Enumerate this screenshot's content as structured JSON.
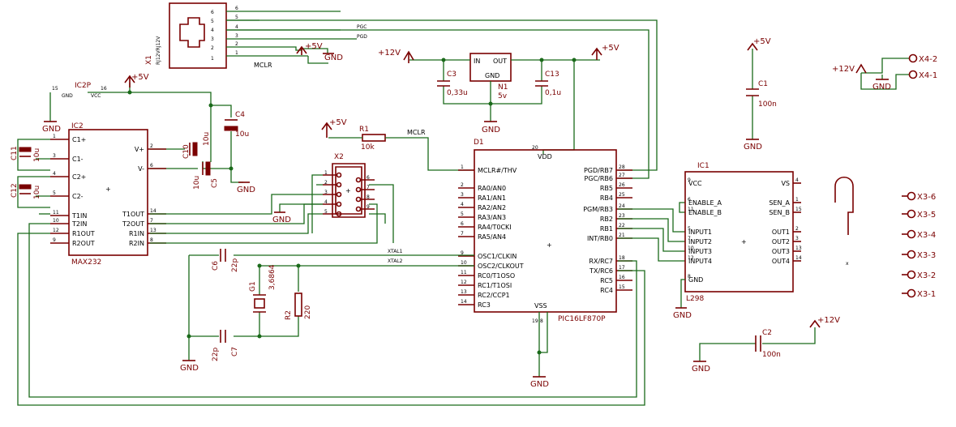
{
  "power": {
    "vcc5": "+5V",
    "vcc12": "+12V",
    "gnd": "GND"
  },
  "x1": {
    "name": "X1",
    "value": "RJ12VRJ12V",
    "pins": [
      "6",
      "5",
      "4",
      "3",
      "2",
      "1"
    ],
    "wire_nums": [
      "6",
      "5",
      "4",
      "3",
      "2",
      "1"
    ]
  },
  "nets": {
    "pgc": "PGC",
    "pgd": "PGD",
    "mclr": "MCLR",
    "xtal1": "XTAL1",
    "xtal2": "XTAL2"
  },
  "n1": {
    "name": "N1",
    "value": "5v",
    "in": "IN",
    "out": "OUT",
    "gnd": "GND"
  },
  "caps": {
    "c3": {
      "name": "C3",
      "value": "0,33u"
    },
    "c13": {
      "name": "C13",
      "value": "0,1u"
    },
    "c4": {
      "name": "C4",
      "value": "10u"
    },
    "c10": {
      "name": "C10",
      "value": "10u"
    },
    "c5": {
      "name": "C5",
      "value": "10u"
    },
    "c11": {
      "name": "C11",
      "value": "10u"
    },
    "c12": {
      "name": "C12",
      "value": "10u"
    },
    "c6": {
      "name": "C6",
      "value": "22p"
    },
    "c7": {
      "name": "C7",
      "value": "22p"
    },
    "c1": {
      "name": "C1",
      "value": "100n"
    },
    "c2": {
      "name": "C2",
      "value": "100n"
    }
  },
  "resistors": {
    "r1": {
      "name": "R1",
      "value": "10k"
    },
    "r2": {
      "name": "R2",
      "value": "220"
    }
  },
  "g1": {
    "name": "G1",
    "value": "3,6864"
  },
  "ic2p": {
    "name": "IC2P",
    "pin15": "15",
    "pin16": "16",
    "gnd": "GND",
    "vcc": "VCC"
  },
  "max232": {
    "name": "IC2",
    "value": "MAX232",
    "left_pins": [
      {
        "num": "1",
        "label": "C1+"
      },
      {
        "num": "3",
        "label": "C1-"
      },
      {
        "num": "4",
        "label": "C2+"
      },
      {
        "num": "5",
        "label": "C2-"
      },
      {
        "num": "11",
        "label": "T1IN"
      },
      {
        "num": "10",
        "label": "T2IN"
      },
      {
        "num": "12",
        "label": "R1OUT"
      },
      {
        "num": "9",
        "label": "R2OUT"
      }
    ],
    "right_pins": [
      {
        "num": "2",
        "label": "V+"
      },
      {
        "num": "6",
        "label": "V-"
      },
      {
        "num": "14",
        "label": "T1OUT"
      },
      {
        "num": "7",
        "label": "T2OUT"
      },
      {
        "num": "13",
        "label": "R1IN"
      },
      {
        "num": "8",
        "label": "R2IN"
      }
    ]
  },
  "x2": {
    "name": "X2",
    "left_pins": [
      "1",
      "2",
      "3",
      "4",
      "5"
    ],
    "right_pins": [
      "6",
      "7",
      "8",
      "9"
    ]
  },
  "pic": {
    "name": "D1",
    "value": "PIC16LF870P",
    "vdd": "VDD",
    "vss": "VSS",
    "vdd_pin": "20",
    "vss_pins": [
      "19",
      "8"
    ],
    "left_pins": [
      {
        "num": "1",
        "label": "MCLR#/THV"
      },
      {
        "num": "2",
        "label": "RA0/AN0"
      },
      {
        "num": "3",
        "label": "RA1/AN1"
      },
      {
        "num": "4",
        "label": "RA2/AN2"
      },
      {
        "num": "5",
        "label": "RA3/AN3"
      },
      {
        "num": "6",
        "label": "RA4/T0CKI"
      },
      {
        "num": "7",
        "label": "RA5/AN4"
      },
      {
        "num": "9",
        "label": "OSC1/CLKIN"
      },
      {
        "num": "10",
        "label": "OSC2/CLKOUT"
      },
      {
        "num": "11",
        "label": "RC0/T1OSO"
      },
      {
        "num": "12",
        "label": "RC1/T1OSI"
      },
      {
        "num": "13",
        "label": "RC2/CCP1"
      },
      {
        "num": "14",
        "label": "RC3"
      }
    ],
    "right_pins": [
      {
        "num": "28",
        "label": "PGD/RB7"
      },
      {
        "num": "27",
        "label": "PGC/RB6"
      },
      {
        "num": "26",
        "label": "RB5"
      },
      {
        "num": "25",
        "label": "RB4"
      },
      {
        "num": "24",
        "label": "PGM/RB3"
      },
      {
        "num": "23",
        "label": "RB2"
      },
      {
        "num": "22",
        "label": "RB1"
      },
      {
        "num": "21",
        "label": "INT/RB0"
      },
      {
        "num": "18",
        "label": "RX/RC7"
      },
      {
        "num": "17",
        "label": "TX/RC6"
      },
      {
        "num": "16",
        "label": "RC5"
      },
      {
        "num": "15",
        "label": "RC4"
      }
    ]
  },
  "l298": {
    "name": "IC1",
    "value": "L298",
    "left_pins": [
      {
        "num": "9",
        "label": "VCC"
      },
      {
        "num": "6",
        "label": "ENABLE_A"
      },
      {
        "num": "11",
        "label": "ENABLE_B"
      },
      {
        "num": "5",
        "label": "INPUT1"
      },
      {
        "num": "7",
        "label": "INPUT2"
      },
      {
        "num": "10",
        "label": "INPUT3"
      },
      {
        "num": "12",
        "label": "INPUT4"
      },
      {
        "num": "8",
        "label": "GND"
      }
    ],
    "right_pins": [
      {
        "num": "4",
        "label": "VS"
      },
      {
        "num": "1",
        "label": "SEN_A"
      },
      {
        "num": "15",
        "label": "SEN_B"
      },
      {
        "num": "2",
        "label": "OUT1"
      },
      {
        "num": "3",
        "label": "OUT2"
      },
      {
        "num": "13",
        "label": "OUT3"
      },
      {
        "num": "14",
        "label": "OUT4"
      }
    ]
  },
  "x3": [
    "X3-6",
    "X3-5",
    "X3-4",
    "X3-3",
    "X3-2",
    "X3-1"
  ],
  "x4": [
    "X4-2",
    "X4-1"
  ]
}
